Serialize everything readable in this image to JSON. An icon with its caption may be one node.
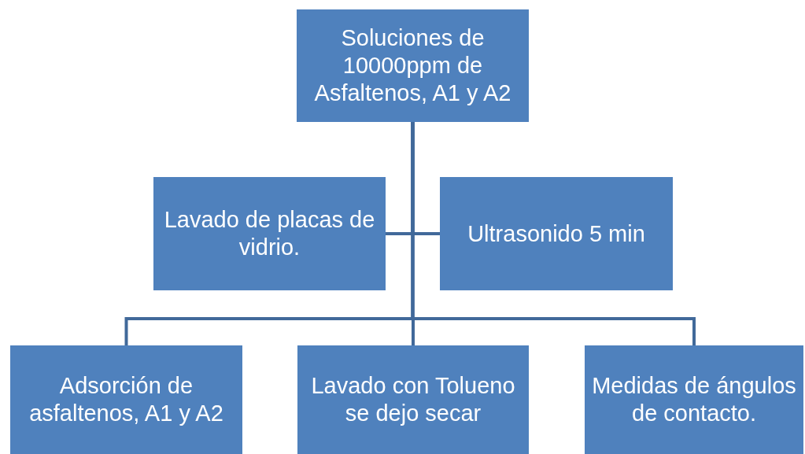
{
  "diagram": {
    "nodes": [
      {
        "text": [
          "Soluciones de 10000ppm de Asfaltenos, A1 y A2"
        ]
      },
      {
        "text": [
          "Lavado de placas de vidrio."
        ]
      },
      {
        "text": [
          "Ultrasonido 5 min"
        ]
      },
      {
        "text": [
          "Adsorción de asfaltenos, A1 y A2"
        ]
      },
      {
        "text": [
          "Lavado con Tolueno se dejo secar"
        ]
      },
      {
        "text": [
          "Medidas de ángulos de contacto."
        ]
      }
    ],
    "edges": [
      {
        "from": 0,
        "to": 1,
        "arrow": "none"
      },
      {
        "from": 0,
        "to": 2,
        "arrow": "none"
      },
      {
        "from": 0,
        "to": 3,
        "arrow": "none"
      },
      {
        "from": 0,
        "to": 4,
        "arrow": "none"
      },
      {
        "from": 0,
        "to": 5,
        "arrow": "none"
      }
    ]
  }
}
